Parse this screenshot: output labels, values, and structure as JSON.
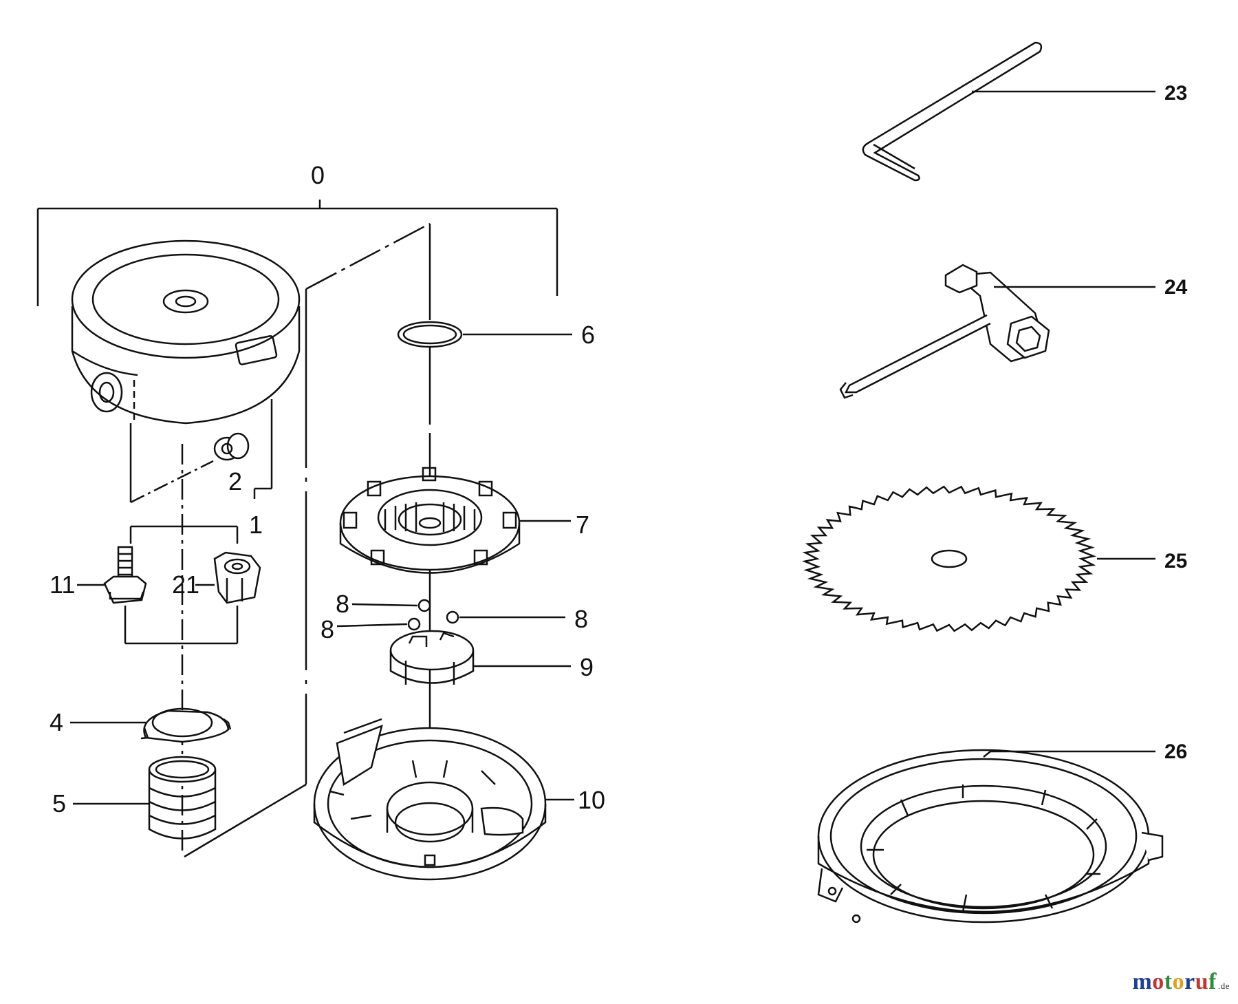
{
  "labels": {
    "l0": "0",
    "l1": "1",
    "l2": "2",
    "l4": "4",
    "l5": "5",
    "l6": "6",
    "l7": "7",
    "l8a": "8",
    "l8b": "8",
    "l8c": "8",
    "l9": "9",
    "l10": "10",
    "l11": "11",
    "l21": "21",
    "l23": "23",
    "l24": "24",
    "l25": "25",
    "l26": "26"
  },
  "watermark": {
    "letters": [
      "m",
      "o",
      "t",
      "o",
      "r",
      "u",
      "f"
    ],
    "colors": [
      "#1e3f9a",
      "#c4342a",
      "#2b8f3a",
      "#e0a11b",
      "#1e3f9a",
      "#c4342a",
      "#2b8f3a"
    ],
    "suffix": ".de"
  }
}
